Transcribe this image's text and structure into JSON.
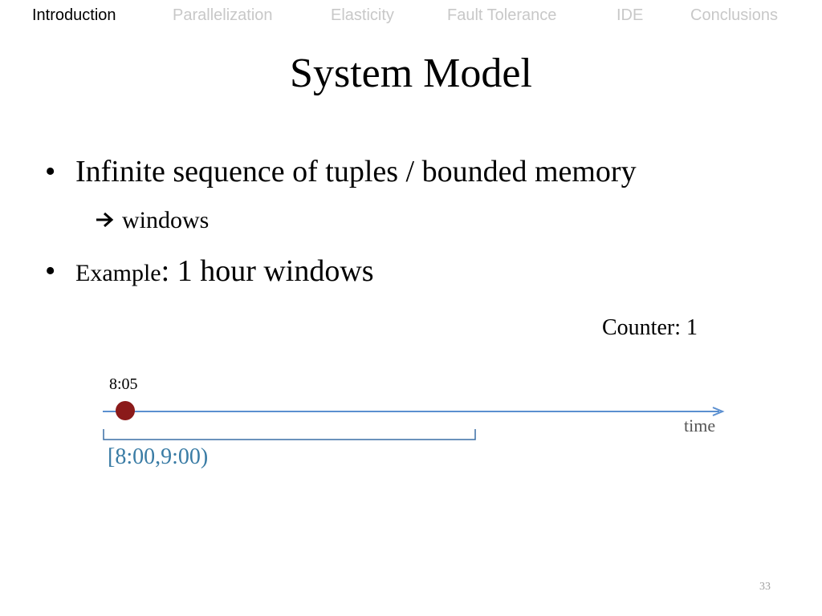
{
  "nav": {
    "items": [
      {
        "label": "Introduction",
        "active": true
      },
      {
        "label": "Parallelization",
        "active": false
      },
      {
        "label": "Elasticity",
        "active": false
      },
      {
        "label": "Fault Tolerance",
        "active": false
      },
      {
        "label": "IDE",
        "active": false
      },
      {
        "label": "Conclusions",
        "active": false
      }
    ]
  },
  "slide": {
    "title": "System Model",
    "bullets": [
      {
        "text": "Infinite sequence of tuples / bounded memory",
        "sub": "windows",
        "sub_icon": "right-arrow-icon"
      },
      {
        "prefix": "Example",
        "text": ": 1 hour windows"
      }
    ],
    "counter": "Counter: 1",
    "page_number": "33"
  },
  "diagram": {
    "event_label": "8:05",
    "axis_label": "time",
    "window_label": "[8:00,9:00)",
    "colors": {
      "axis": "#5b8fd0",
      "event": "#8b1a1a",
      "window_bracket": "#3a6ea5",
      "window_label": "#3a7ca5",
      "axis_label": "#555555"
    }
  }
}
